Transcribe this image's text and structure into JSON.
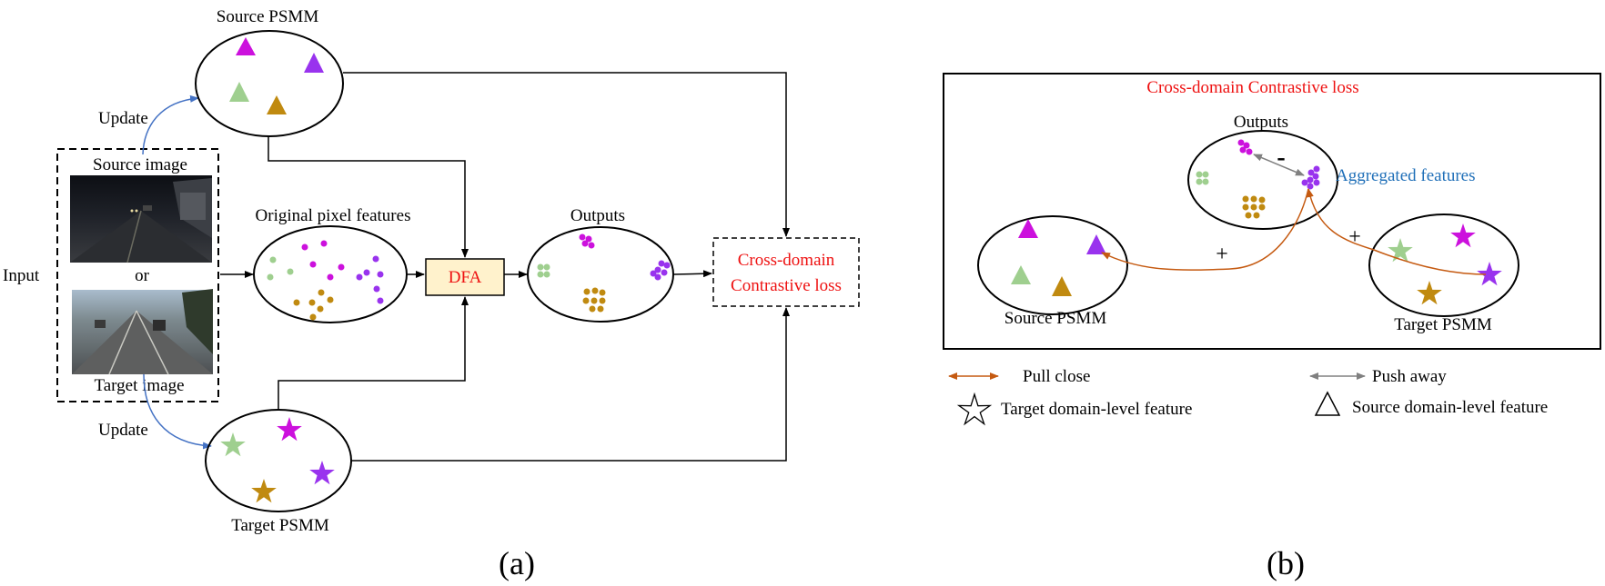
{
  "colors": {
    "magenta": "#cc11dd",
    "violet": "#9933ee",
    "green": "#9fcf8f",
    "gold": "#c08a10",
    "red_text": "#ee1111",
    "blue_text": "#1f6fb8",
    "pull_arrow": "#c55a11",
    "push_arrow": "#808080",
    "update_arrow": "#4472c4",
    "dfa_fill": "#fff2cc"
  },
  "panel_a": {
    "input_label": "Input",
    "source_image_label": "Source image",
    "or_label": "or",
    "target_image_label": "Target image",
    "update_top": "Update",
    "update_bottom": "Update",
    "source_psmm": "Source PSMM",
    "target_psmm": "Target PSMM",
    "original_pixel_features": "Original pixel features",
    "dfa": "DFA",
    "outputs": "Outputs",
    "loss_line1": "Cross-domain",
    "loss_line2": "Contrastive loss",
    "caption": "(a)"
  },
  "panel_b": {
    "title": "Cross-domain Contrastive loss",
    "outputs": "Outputs",
    "aggregated_features": "Aggregated features",
    "source_psmm": "Source PSMM",
    "target_psmm": "Target PSMM",
    "minus": "-",
    "plus_left": "+",
    "plus_right": "+",
    "caption": "(b)"
  },
  "legend": {
    "pull_close": "Pull close",
    "push_away": "Push away",
    "target_feature": "Target domain-level feature",
    "source_feature": "Source domain-level feature"
  }
}
